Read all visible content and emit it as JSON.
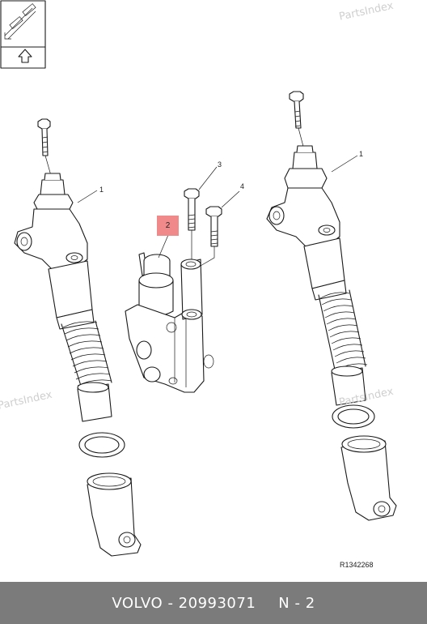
{
  "watermarks": [
    "PartsIndex",
    "PartsIndex",
    "PartsIndex"
  ],
  "callouts": {
    "c1_left": "1",
    "c1_right": "1",
    "c2": "2",
    "c3": "3",
    "c4": "4"
  },
  "reference": "R1342268",
  "footer": {
    "brand": "VOLVO",
    "separator": " - ",
    "part_number": "20993071",
    "position": "N - 2"
  },
  "colors": {
    "highlight": "#f08a8a",
    "footer_bg": "#7b7b7b",
    "footer_text": "#ffffff",
    "watermark": "#cfcfcf"
  },
  "icons": [
    "orientation-arrow-icon",
    "exploded-view-thumbnail-icon"
  ]
}
